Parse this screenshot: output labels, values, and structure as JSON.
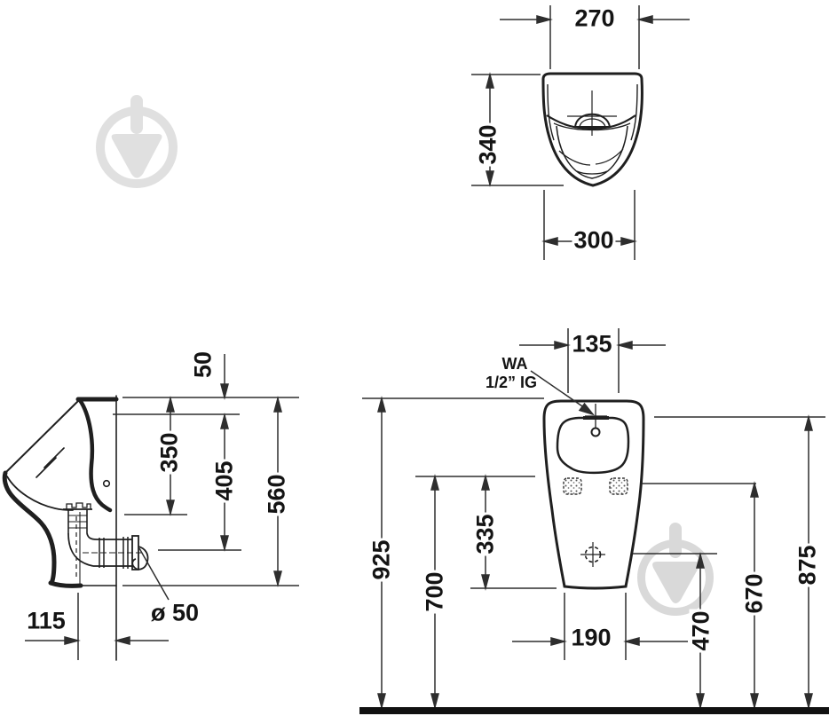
{
  "drawing": {
    "kind": "technical installation drawing",
    "subject": "urinal",
    "background": "#ffffff",
    "line_color": "#1f1f1f",
    "dimension_color": "#2e2e2e",
    "watermark_color_top": "#e0e0e0",
    "watermark_color_bottom": "#d9d9d9",
    "floor_color": "#111111"
  },
  "labels": {
    "top_view": {
      "top_width": "270",
      "height": "340",
      "bottom_width": "300"
    },
    "side_view": {
      "rim_offset": "50",
      "upper_depth": "350",
      "outlet_depth": "405",
      "total_depth": "560",
      "wall_offset": "115",
      "outlet_diameter": "ø 50"
    },
    "front_view": {
      "inlet_width": "135",
      "inlet_note_line1": "WA",
      "inlet_note_line2": "1/2” IG",
      "overall_height": "925",
      "bowl_bottom_height": "700",
      "lower_section_height": "335",
      "base_width": "190",
      "outlet_height": "470",
      "fixing_holes_height": "670",
      "inlet_height": "875"
    }
  }
}
